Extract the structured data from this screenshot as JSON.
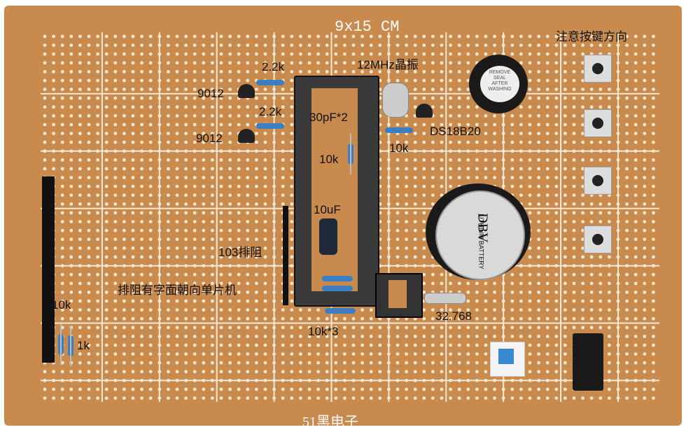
{
  "board": {
    "size_label": "9x15 CM",
    "watermark": "51黑电子"
  },
  "labels": {
    "r_2k2_top": "2.2k",
    "r_2k2_mid": "2.2k",
    "q_9012_top": "9012",
    "q_9012_bottom": "9012",
    "crystal": "12MHz晶振",
    "caps_30pf": "30pF*2",
    "r_10k_a": "10k",
    "r_10k_b": "10k",
    "ds18b20": "DS18B20",
    "cap_10uf": "10uF",
    "rpack_103": "103排阻",
    "rpack_note": "排阻有字面朝向单片机",
    "r_10k_left": "10k",
    "r_1k": "1k",
    "r_10k_x3": "10k*3",
    "xtal_32768": "32.768",
    "button_note": "注意按键方向"
  },
  "buzzer": {
    "line1": "REMOVE",
    "line2": "SEAL",
    "line3": "AFTER",
    "line4": "WASHING"
  },
  "battery": {
    "brand": "DBV",
    "text": "LITHIUM BATTERY"
  },
  "colors": {
    "board": "#c98a4e",
    "grid_line": "#f3e9d6",
    "resistor": "#3b7fc2"
  }
}
